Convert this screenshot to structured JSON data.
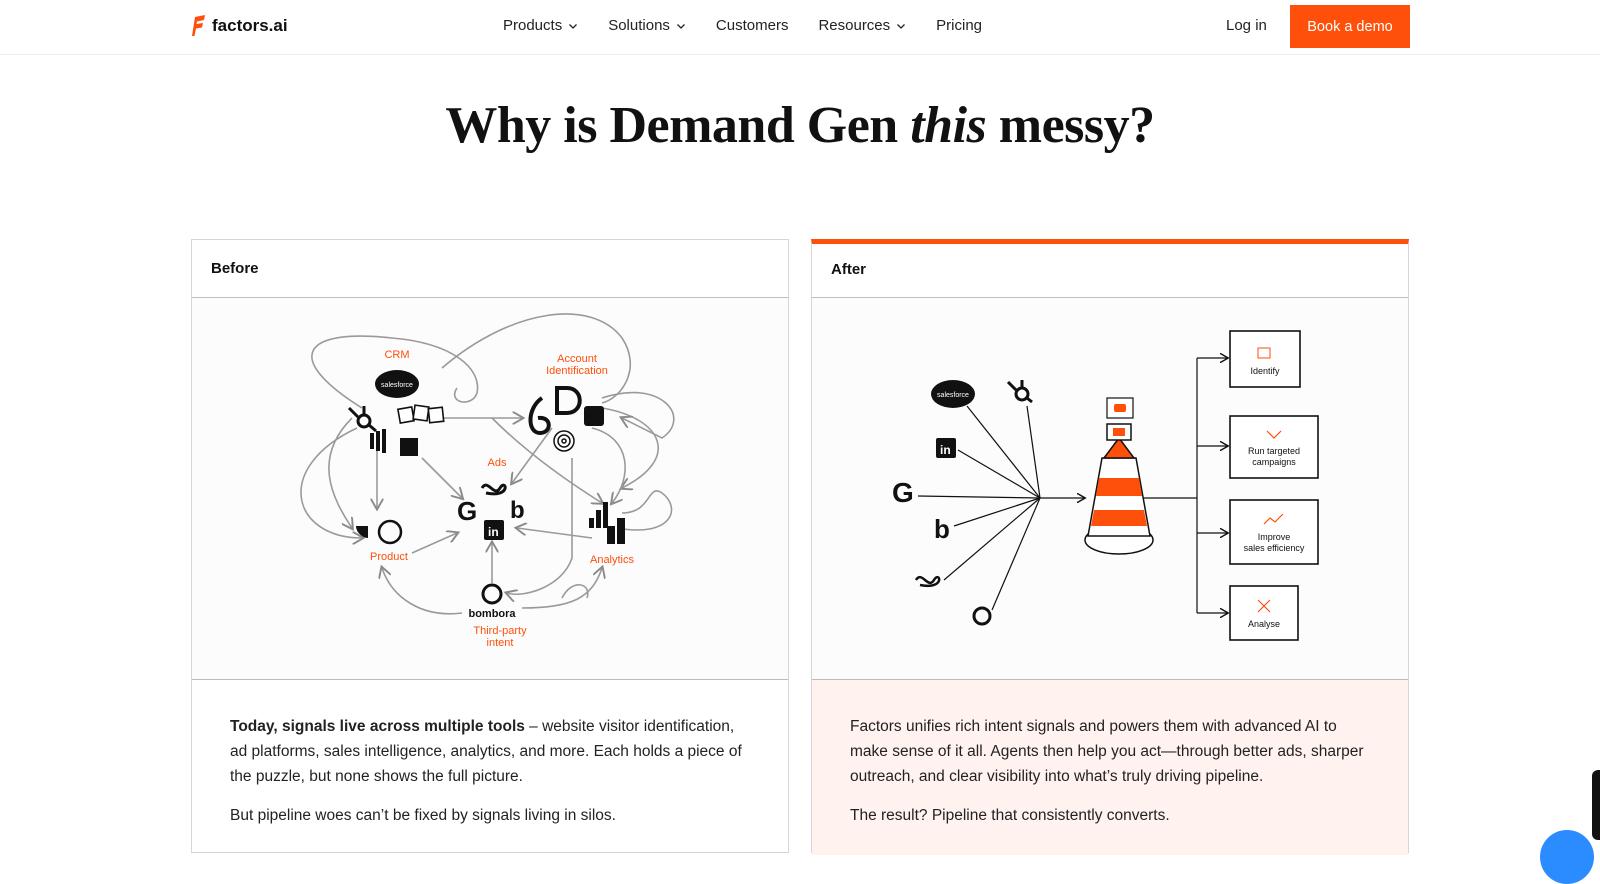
{
  "nav": {
    "brand": "factors.ai",
    "items": [
      {
        "label": "Products",
        "has_dropdown": true
      },
      {
        "label": "Solutions",
        "has_dropdown": true
      },
      {
        "label": "Customers",
        "has_dropdown": false
      },
      {
        "label": "Resources",
        "has_dropdown": true
      },
      {
        "label": "Pricing",
        "has_dropdown": false
      }
    ],
    "login": "Log in",
    "cta": "Book a demo"
  },
  "hero": {
    "title_pre": "Why is Demand Gen ",
    "title_em": "this",
    "title_post": " messy?"
  },
  "before": {
    "title": "Before",
    "labels": {
      "crm": "CRM",
      "account_1": "Account",
      "account_2": "Identification",
      "ads": "Ads",
      "product": "Product",
      "analytics": "Analytics",
      "third_1": "Third-party",
      "third_2": "intent",
      "salesforce": "salesforce",
      "bombora": "bombora"
    },
    "text_bold": "Today, signals live across multiple tools",
    "text_rest": " – website visitor identification, ad platforms, sales intelligence, analytics, and more. Each holds a piece of the puzzle, but none shows the full picture.",
    "text_2": "But pipeline woes can’t be fixed by signals living in silos."
  },
  "after": {
    "title": "After",
    "outcomes": {
      "identify": "Identify",
      "run_1": "Run targeted",
      "run_2": "campaigns",
      "improve_1": "Improve",
      "improve_2": "sales efficiency",
      "analyse": "Analyse"
    },
    "salesforce": "salesforce",
    "text_1": "Factors unifies rich intent signals and powers them with advanced AI to make sense of it all. Agents then help you act—through better ads, sharper outreach, and clear visibility into what’s truly driving pipeline.",
    "text_2": "The result? Pipeline that consistently converts."
  },
  "colors": {
    "accent": "#fe4f0b",
    "after_bg": "#fff2ef"
  }
}
